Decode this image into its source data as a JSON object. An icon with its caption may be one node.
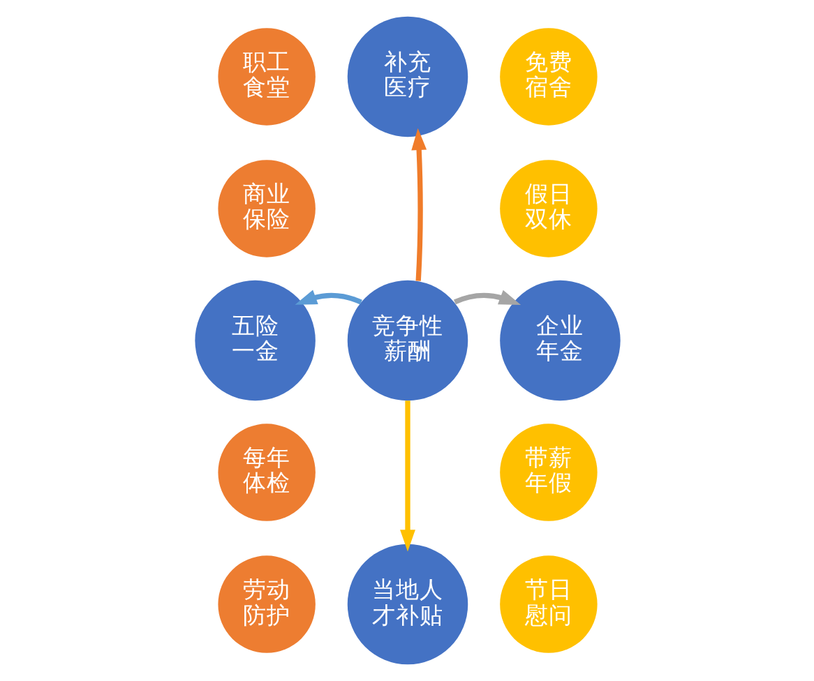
{
  "diagram": {
    "nodes": [
      {
        "text": [
          "补充医疗"
        ]
      },
      {
        "text": [
          "职工食堂"
        ]
      },
      {
        "text": [
          "免费宿舍"
        ]
      },
      {
        "text": [
          "商业保险"
        ]
      },
      {
        "text": [
          "假日双休"
        ]
      },
      {
        "text": [
          "五险一金"
        ]
      },
      {
        "text": [
          "竞争性薪酬"
        ]
      },
      {
        "text": [
          "企业年金"
        ]
      },
      {
        "text": [
          "每年体检"
        ]
      },
      {
        "text": [
          "带薪年假"
        ]
      },
      {
        "text": [
          "劳动防护"
        ]
      },
      {
        "text": [
          "节日慰问"
        ]
      },
      {
        "text": [
          "当地人才补贴"
        ]
      }
    ],
    "edges": [
      {
        "from": 6,
        "to": 0,
        "arrow": "to",
        "color": "#f07c2a"
      },
      {
        "from": 6,
        "to": 5,
        "arrow": "to",
        "color": "#5b9bd5"
      },
      {
        "from": 6,
        "to": 7,
        "arrow": "to",
        "color": "#a5a5a5"
      },
      {
        "from": 6,
        "to": 12,
        "arrow": "to",
        "color": "#ffc000"
      }
    ]
  }
}
